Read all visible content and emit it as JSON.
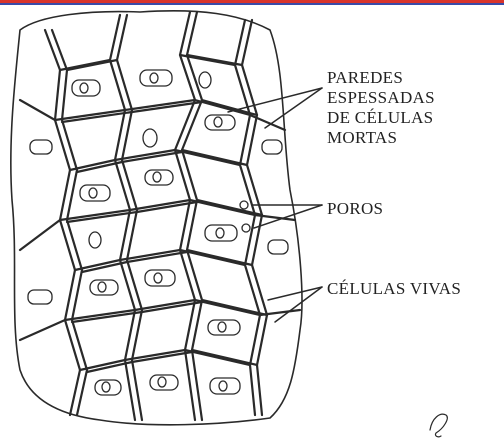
{
  "labels": {
    "paredes": [
      "PAREDES",
      "ESPESSADAS",
      "DE CÉLULAS",
      "MORTAS"
    ],
    "poros": "POROS",
    "celulas_vivas": "CÉLULAS VIVAS"
  },
  "colors": {
    "ink": "#222222",
    "top_border_red": "#d9342b",
    "top_border_blue": "#3a4aa8"
  }
}
